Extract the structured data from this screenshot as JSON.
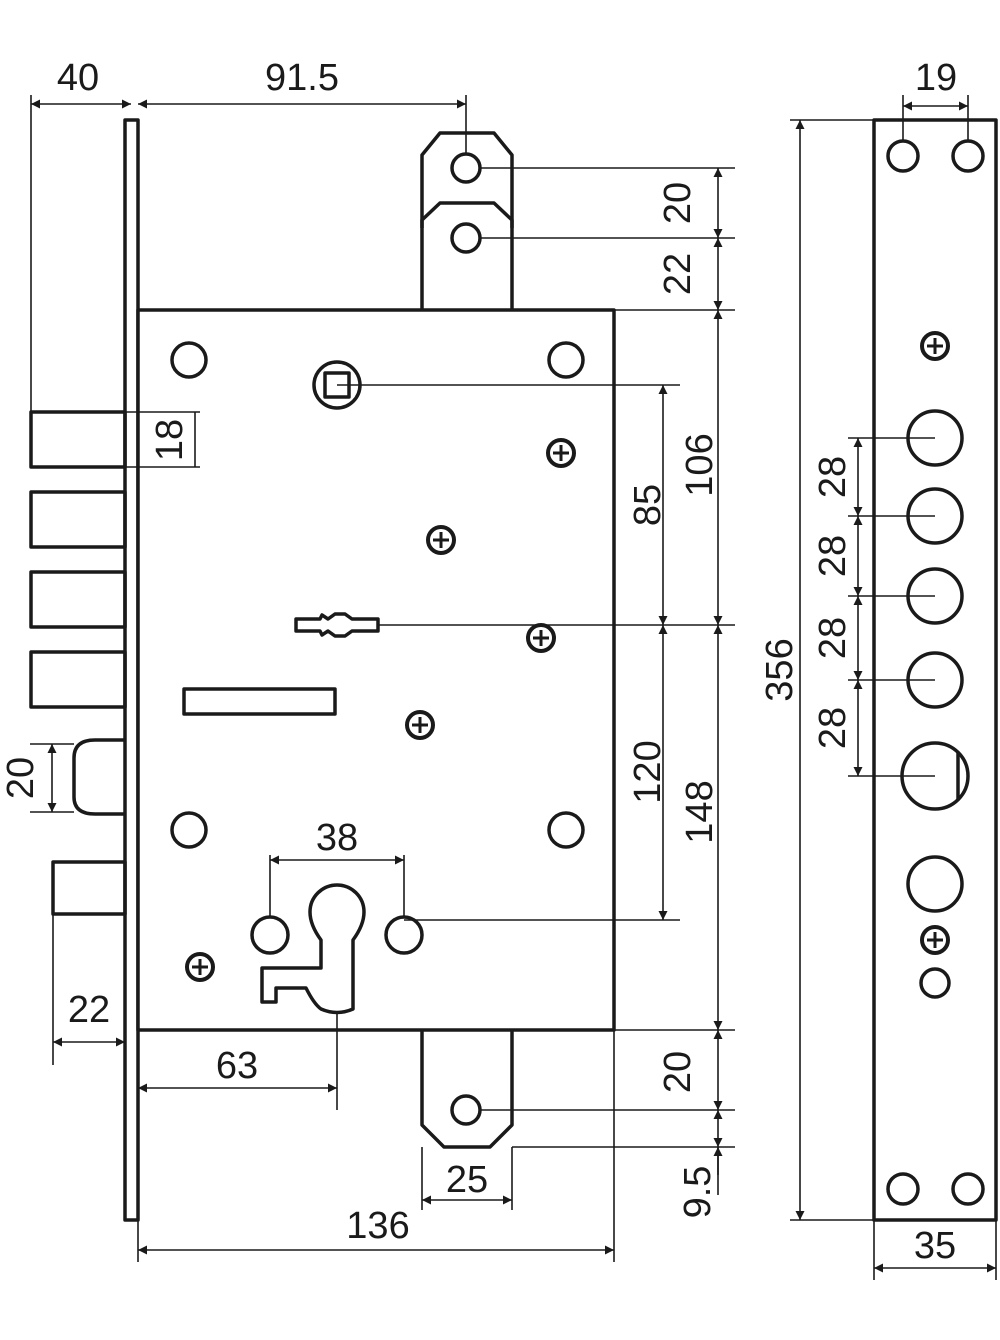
{
  "dimensions": {
    "faceplate_offset": "40",
    "spindle_offset": "91.5",
    "top_hole_pitch": "20",
    "top_tab_to_case": "22",
    "bolt_height": "18",
    "latch_height": "20",
    "deadbolt_offset": "22",
    "cylinder_holes_pitch": "38",
    "backset": "63",
    "square_to_keyhole": "85",
    "top_to_keyhole": "106",
    "keyhole_to_cylinder": "120",
    "keyhole_to_bottom": "148",
    "bottom_hole_pitch": "20",
    "bottom_tab_end": "9.5",
    "tab_width": "25",
    "case_width": "136",
    "faceplate_length": "356",
    "faceplate_hole_pitch": "19",
    "faceplate_width": "35",
    "faceplate_pitch_1": "28",
    "faceplate_pitch_2": "28",
    "faceplate_pitch_3": "28",
    "faceplate_pitch_4": "28"
  }
}
